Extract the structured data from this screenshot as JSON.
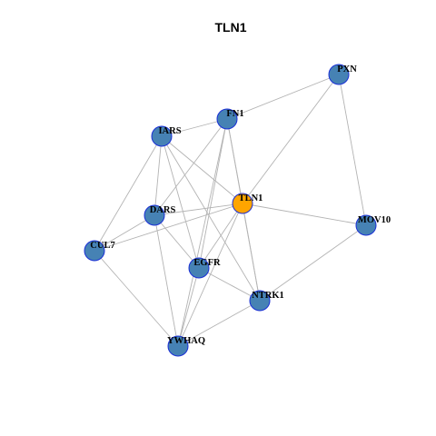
{
  "diagram": {
    "title": "TLN1",
    "colors": {
      "node_default": "#4682b4",
      "node_highlight": "#ffa500",
      "node_border": "#1a2fd6",
      "edge": "#b3b3b3",
      "background": "#ffffff"
    },
    "nodes": [
      {
        "id": "PXN",
        "label": "PXN",
        "highlight": false
      },
      {
        "id": "FN1",
        "label": "FN1",
        "highlight": false
      },
      {
        "id": "IARS",
        "label": "IARS",
        "highlight": false
      },
      {
        "id": "TLN1",
        "label": "TLN1",
        "highlight": true
      },
      {
        "id": "DARS",
        "label": "DARS",
        "highlight": false
      },
      {
        "id": "MOV10",
        "label": "MOV10",
        "highlight": false
      },
      {
        "id": "CUL7",
        "label": "CUL7",
        "highlight": false
      },
      {
        "id": "EGFR",
        "label": "EGFR",
        "highlight": false
      },
      {
        "id": "NTRK1",
        "label": "NTRK1",
        "highlight": false
      },
      {
        "id": "YWHAQ",
        "label": "YWHAQ",
        "highlight": false
      }
    ],
    "edges": [
      [
        "PXN",
        "FN1"
      ],
      [
        "PXN",
        "TLN1"
      ],
      [
        "PXN",
        "MOV10"
      ],
      [
        "FN1",
        "IARS"
      ],
      [
        "FN1",
        "TLN1"
      ],
      [
        "FN1",
        "DARS"
      ],
      [
        "FN1",
        "EGFR"
      ],
      [
        "FN1",
        "NTRK1"
      ],
      [
        "FN1",
        "YWHAQ"
      ],
      [
        "IARS",
        "DARS"
      ],
      [
        "IARS",
        "TLN1"
      ],
      [
        "IARS",
        "CUL7"
      ],
      [
        "IARS",
        "EGFR"
      ],
      [
        "IARS",
        "NTRK1"
      ],
      [
        "TLN1",
        "DARS"
      ],
      [
        "TLN1",
        "MOV10"
      ],
      [
        "TLN1",
        "CUL7"
      ],
      [
        "TLN1",
        "EGFR"
      ],
      [
        "TLN1",
        "NTRK1"
      ],
      [
        "TLN1",
        "YWHAQ"
      ],
      [
        "DARS",
        "EGFR"
      ],
      [
        "DARS",
        "YWHAQ"
      ],
      [
        "DARS",
        "CUL7"
      ],
      [
        "MOV10",
        "NTRK1"
      ],
      [
        "CUL7",
        "YWHAQ"
      ],
      [
        "EGFR",
        "NTRK1"
      ],
      [
        "EGFR",
        "YWHAQ"
      ],
      [
        "NTRK1",
        "YWHAQ"
      ]
    ]
  }
}
